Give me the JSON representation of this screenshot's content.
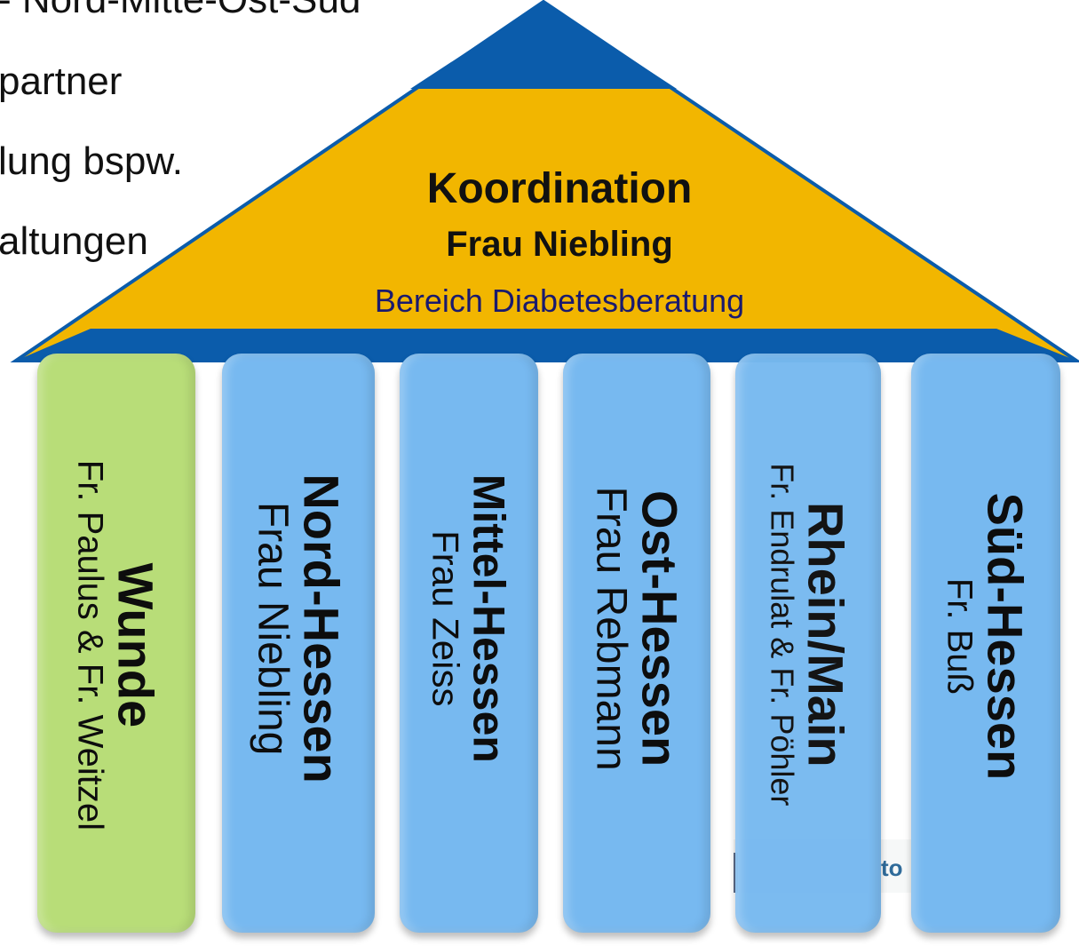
{
  "background_text": [
    "- Nord-Mitte-Ost-Süd",
    "  partner",
    "  lung bspw.",
    "  altungen"
  ],
  "roof": {
    "title": "Koordination",
    "name": "Frau Niebling",
    "subtitle": "Bereich Diabetesberatung"
  },
  "logo_fragment": "to",
  "pillars": [
    {
      "title": "Wunde",
      "name": "Fr. Paulus & Fr. Weitzel"
    },
    {
      "title": "Nord-Hessen",
      "name": "Frau Niebling"
    },
    {
      "title": "Mittel-Hessen",
      "name": "Frau Zeiss"
    },
    {
      "title": "Ost-Hessen",
      "name": "Frau Rebmann"
    },
    {
      "title": "Rhein/Main",
      "name": "Fr. Endrulat & Fr. Pöhler"
    },
    {
      "title": "Süd-Hessen",
      "name": "Fr. Buß"
    }
  ],
  "colors": {
    "roof_blue": "#0b5cab",
    "roof_gold": "#f2b600",
    "pillar_green": "#b8dd78",
    "pillar_blue": "#77b9f0"
  }
}
